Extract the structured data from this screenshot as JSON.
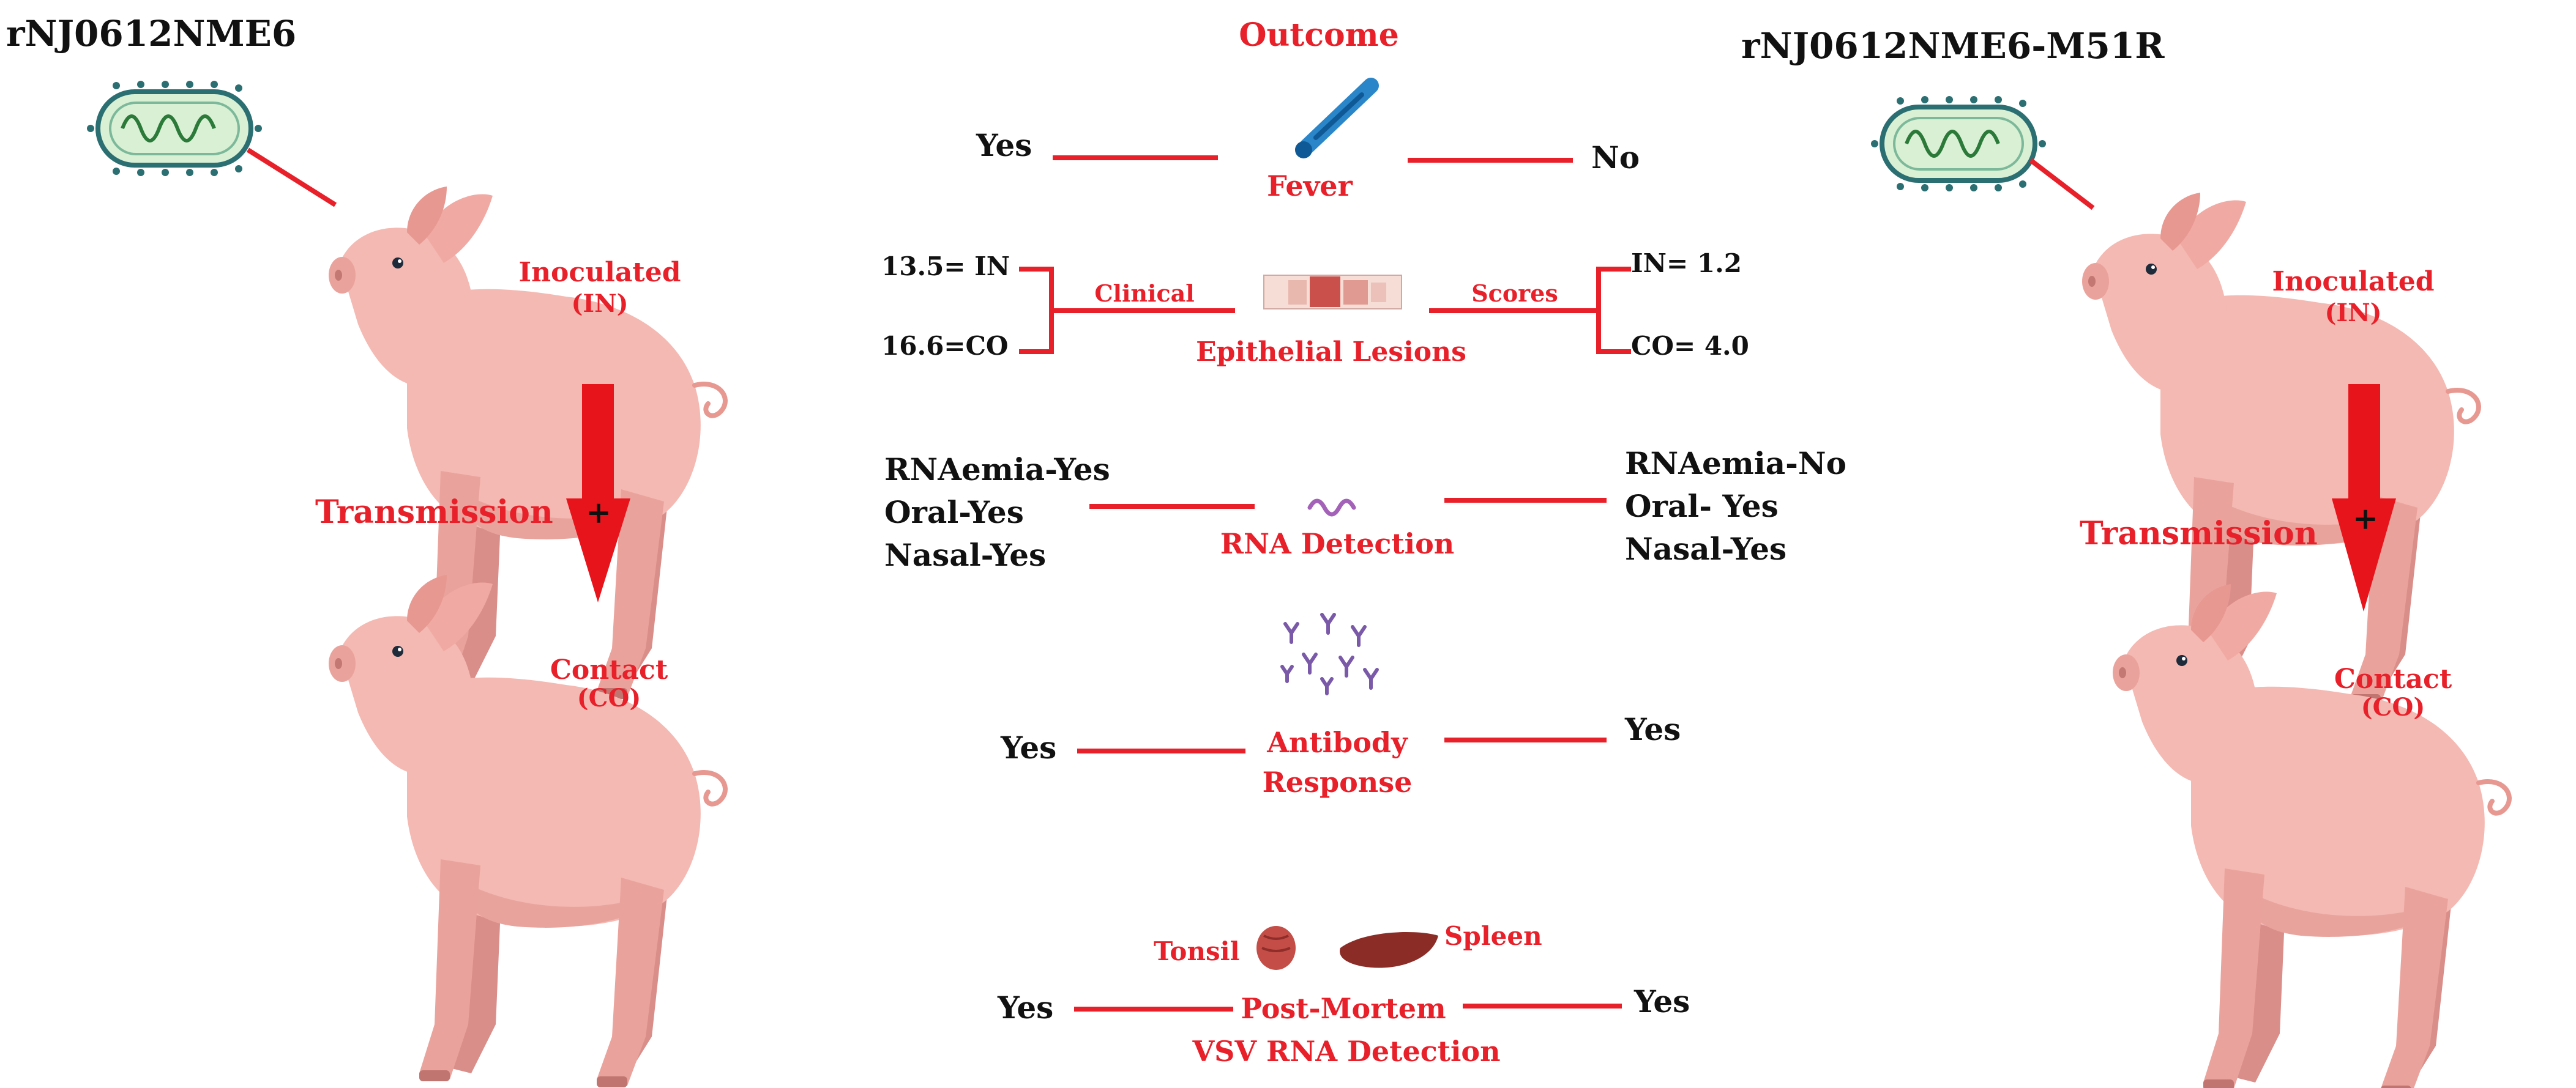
{
  "colors": {
    "accent": "#e8202a",
    "text": "#111111",
    "pig_body": "#f4b9b2",
    "pig_shadow": "#d98e8a",
    "virus_capsid": "#2b6f73",
    "virus_fill": "#d9f0d4",
    "arrow": "#e8141c"
  },
  "left_panel": {
    "strain": "rNJ0612NME6",
    "inoculated": "Inoculated",
    "inoculated_abbr": "(IN)",
    "transmission": "Transmission",
    "contact": "Contact",
    "contact_abbr": "(CO)",
    "plus": "+"
  },
  "right_panel": {
    "strain": "rNJ0612NME6-M51R",
    "inoculated": "Inoculated",
    "inoculated_abbr": "(IN)",
    "transmission": "Transmission",
    "contact": "Contact",
    "contact_abbr": "(CO)",
    "plus": "+"
  },
  "center": {
    "outcome": "Outcome",
    "fever": {
      "label": "Fever",
      "left": "Yes",
      "right": "No"
    },
    "lesions": {
      "label": "Epithelial Lesions",
      "left_tag": "Clinical",
      "right_tag": "Scores",
      "left_top": "13.5= IN",
      "left_bottom": "16.6=CO",
      "right_top": "IN= 1.2",
      "right_bottom": "CO= 4.0"
    },
    "rna": {
      "label": "RNA Detection",
      "left": [
        "RNAemia-Yes",
        "Oral-Yes",
        "Nasal-Yes"
      ],
      "right": [
        "RNAemia-No",
        "Oral- Yes",
        "Nasal-Yes"
      ]
    },
    "antibody": {
      "label_line1": "Antibody",
      "label_line2": "Response",
      "left": "Yes",
      "right": "Yes"
    },
    "postmortem": {
      "tonsil": "Tonsil",
      "spleen": "Spleen",
      "label_line1": "Post-Mortem",
      "label_line2": "VSV  RNA Detection",
      "left": "Yes",
      "right": "Yes"
    }
  }
}
